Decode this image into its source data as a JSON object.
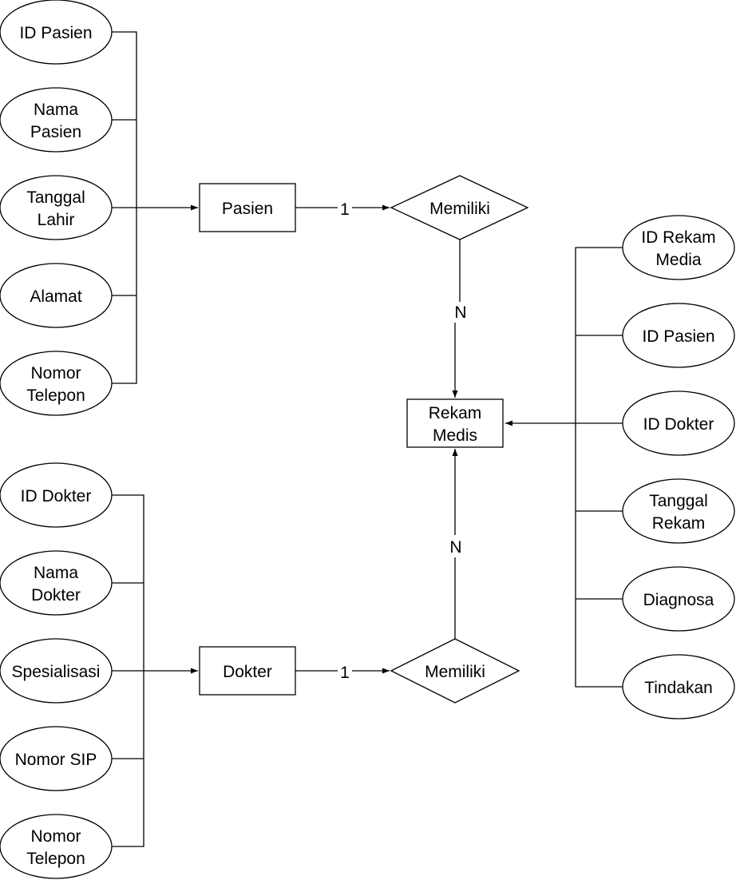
{
  "entities": {
    "pasien": "Pasien",
    "rekam_medis": [
      "Rekam",
      "Medis"
    ],
    "dokter": "Dokter"
  },
  "relationships": {
    "top": "Memiliki",
    "bottom": "Memiliki"
  },
  "cardinalities": {
    "pasien_side": "1",
    "rekam_from_top": "N",
    "dokter_side": "1",
    "rekam_from_bottom": "N"
  },
  "pasien_attributes": [
    [
      "ID Pasien"
    ],
    [
      "Nama",
      "Pasien"
    ],
    [
      "Tanggal",
      "Lahir"
    ],
    [
      "Alamat"
    ],
    [
      "Nomor",
      "Telepon"
    ]
  ],
  "dokter_attributes": [
    [
      "ID Dokter"
    ],
    [
      "Nama",
      "Dokter"
    ],
    [
      "Spesialisasi"
    ],
    [
      "Nomor SIP"
    ],
    [
      "Nomor",
      "Telepon"
    ]
  ],
  "rekam_attributes": [
    [
      "ID Rekam",
      "Media"
    ],
    [
      "ID Pasien"
    ],
    [
      "ID Dokter"
    ],
    [
      "Tanggal",
      "Rekam"
    ],
    [
      "Diagnosa"
    ],
    [
      "Tindakan"
    ]
  ]
}
